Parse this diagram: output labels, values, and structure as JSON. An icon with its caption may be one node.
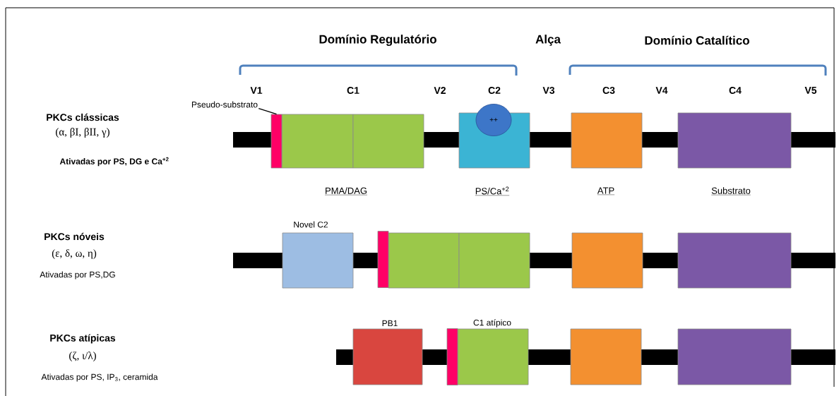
{
  "diagram": {
    "nodes": [
      {
        "text": [
          "Pseudo-substrato"
        ]
      },
      {
        "text": [],
        "shape": "bar"
      },
      {
        "text": [
          "++"
        ]
      },
      {
        "text": [],
        "shape": "bar"
      },
      {
        "text": [],
        "shape": "bar"
      }
    ],
    "edges": [
      {
        "from": 0,
        "to": 1,
        "arrow": "none"
      }
    ],
    "labels": [
      "Domínio Regulatório",
      "Alça",
      "Domínio Catalítico",
      "V1",
      "C1",
      "V2",
      "C2",
      "V3",
      "C3",
      "V4",
      "C4",
      "V5",
      "PKCs clássicas",
      "(α, βI, βII, γ)",
      "Ativadas por PS, DG e Ca$^{+2}$",
      "PMA/DAG",
      "PS/Ca$^{+2}$",
      "ATP",
      "Substrato",
      "Novel C2",
      "PKCs nóveis",
      "(ε, δ, ω, η)",
      "Ativadas por PS,DG",
      "PB1",
      "C1 atípico",
      "PKCs atípicas",
      "(ζ, ι/λ)",
      "Ativadas por PS, IP$_{3}$, ceramida"
    ]
  }
}
